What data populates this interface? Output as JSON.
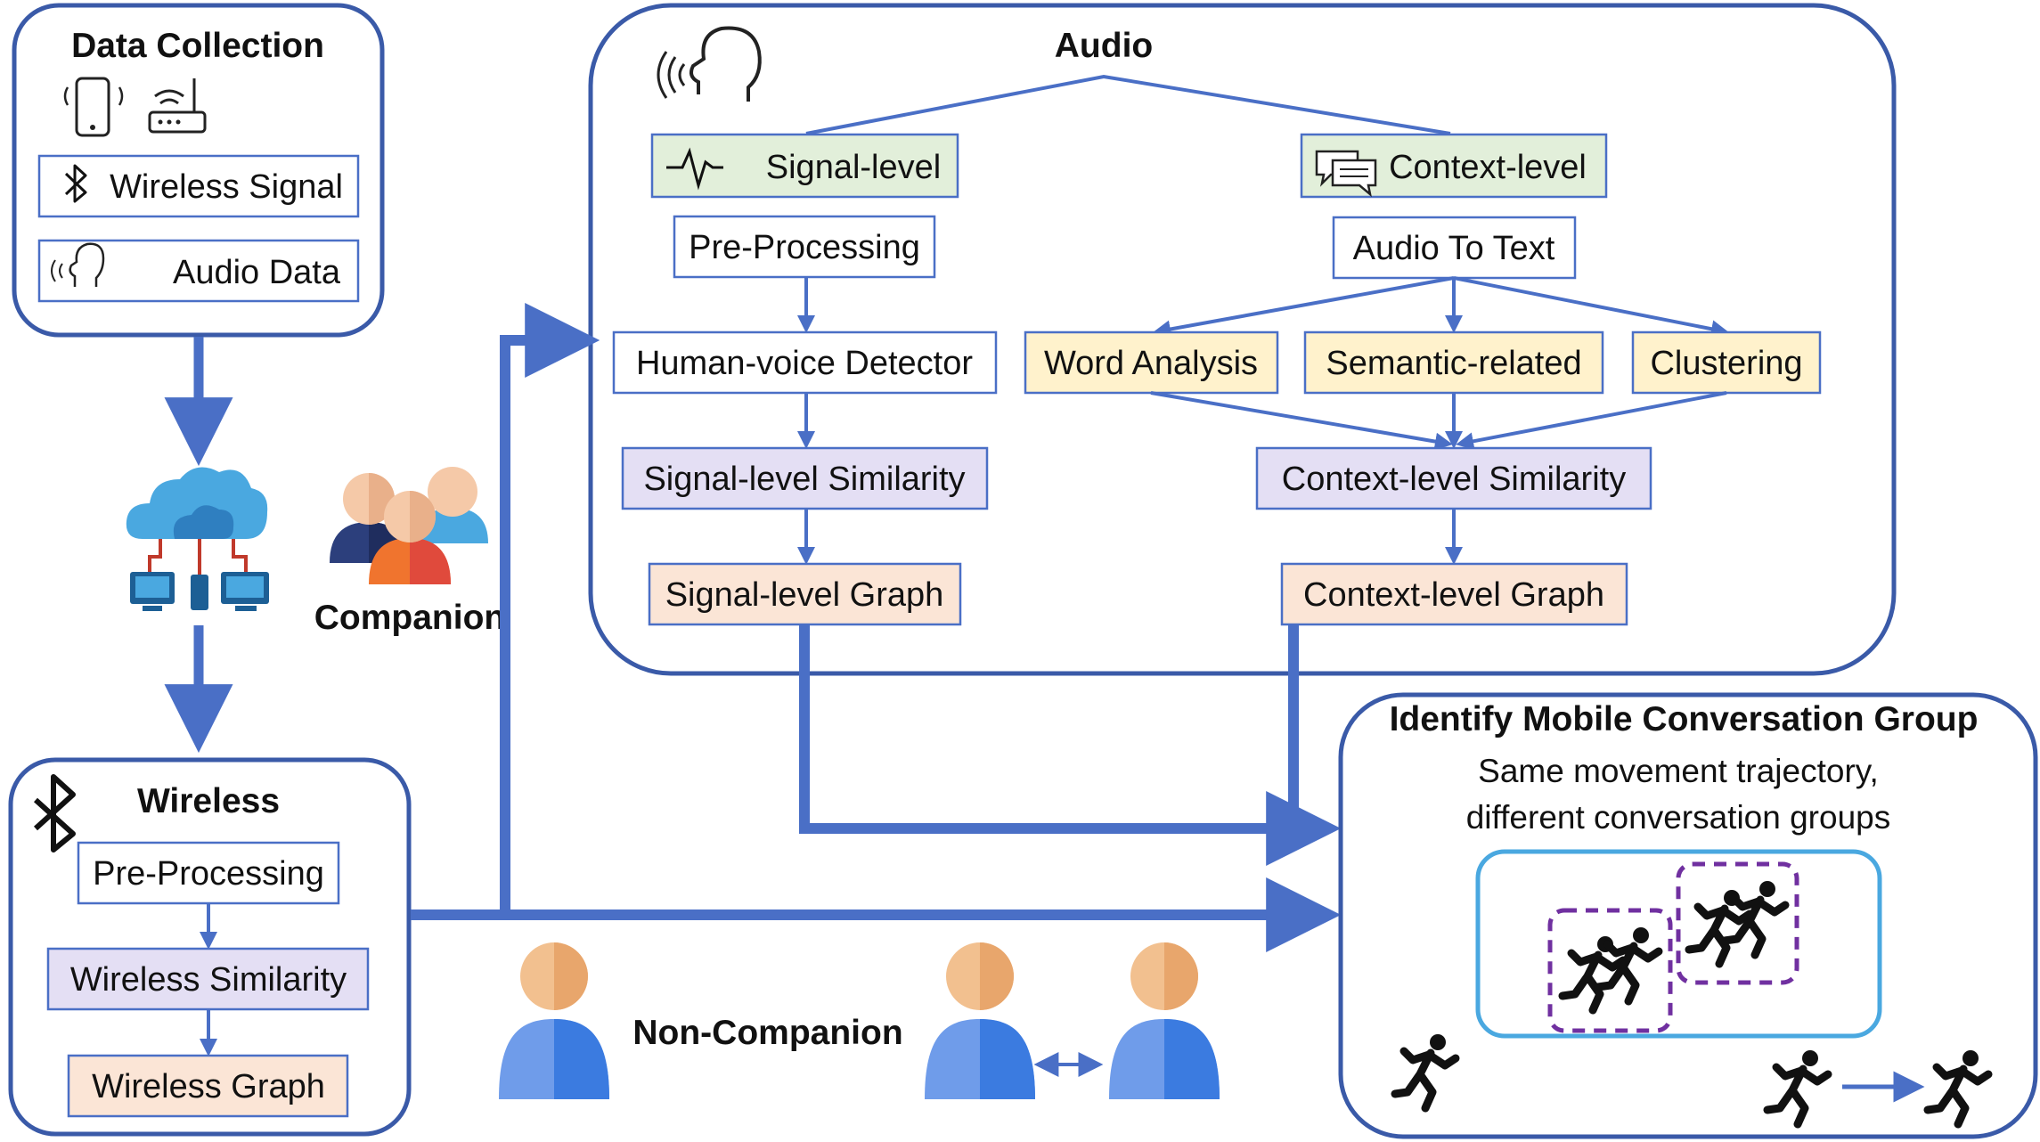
{
  "data_collection": {
    "title": "Data Collection",
    "wireless_signal": "Wireless Signal",
    "audio_data": "Audio Data"
  },
  "companion": "Companion",
  "non_companion": "Non-Companion",
  "audio": {
    "title": "Audio",
    "signal_level": "Signal-level",
    "context_level": "Context-level",
    "pre_processing": "Pre-Processing",
    "human_voice_detector": "Human-voice Detector",
    "signal_similarity": "Signal-level Similarity",
    "signal_graph": "Signal-level Graph",
    "audio_to_text": "Audio To Text",
    "word_analysis": "Word Analysis",
    "semantic_related": "Semantic-related",
    "clustering": "Clustering",
    "context_similarity": "Context-level Similarity",
    "context_graph": "Context-level Graph"
  },
  "wireless": {
    "title": "Wireless",
    "pre_processing": "Pre-Processing",
    "similarity": "Wireless Similarity",
    "graph": "Wireless Graph"
  },
  "identify": {
    "title": "Identify Mobile Conversation Group",
    "line1": "Same movement trajectory,",
    "line2": "different conversation groups"
  },
  "colors": {
    "blue": "#4a6fc6",
    "dark_blue": "#3a5aa8",
    "green_fill": "#e2efda",
    "purple_fill": "#e4dff4",
    "orange_fill": "#fbe5d6",
    "yellow_fill": "#fff2cc",
    "light_blue": "#4aa8e0",
    "dashed_purple": "#7030a0"
  }
}
